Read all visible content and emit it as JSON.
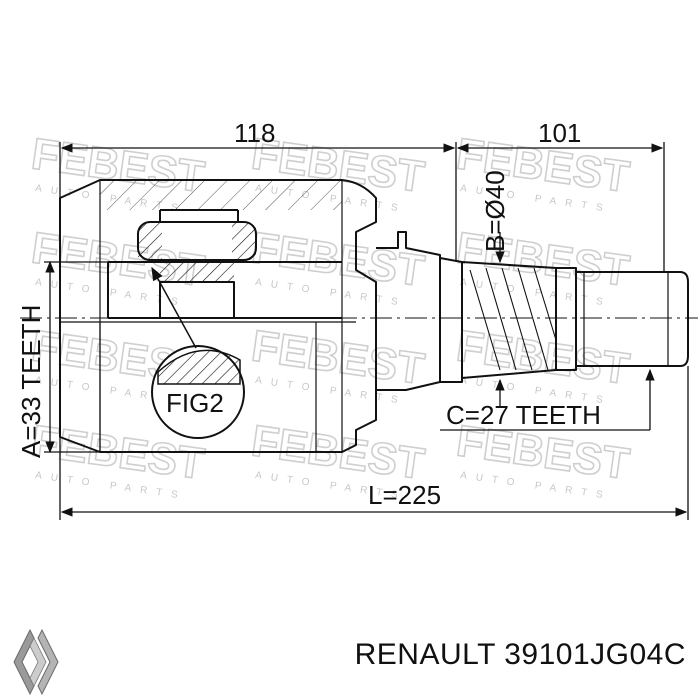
{
  "diagram": {
    "dimensions": {
      "body_length": "118",
      "shaft_length": "101",
      "diameter_b": "B=Ø40",
      "teeth_a": "A=33 TEETH",
      "teeth_c": "C=27 TEETH",
      "total_length": "L=225",
      "figure_label": "FIG2"
    },
    "watermark": {
      "brand": "FEBEST",
      "sub": "AUTO PARTS"
    }
  },
  "footer": {
    "caption": "RENAULT 39101JG04C",
    "logo_icon": "renault-diamond-icon"
  },
  "colors": {
    "line": "#111111",
    "watermark": "#cfcfcf"
  }
}
